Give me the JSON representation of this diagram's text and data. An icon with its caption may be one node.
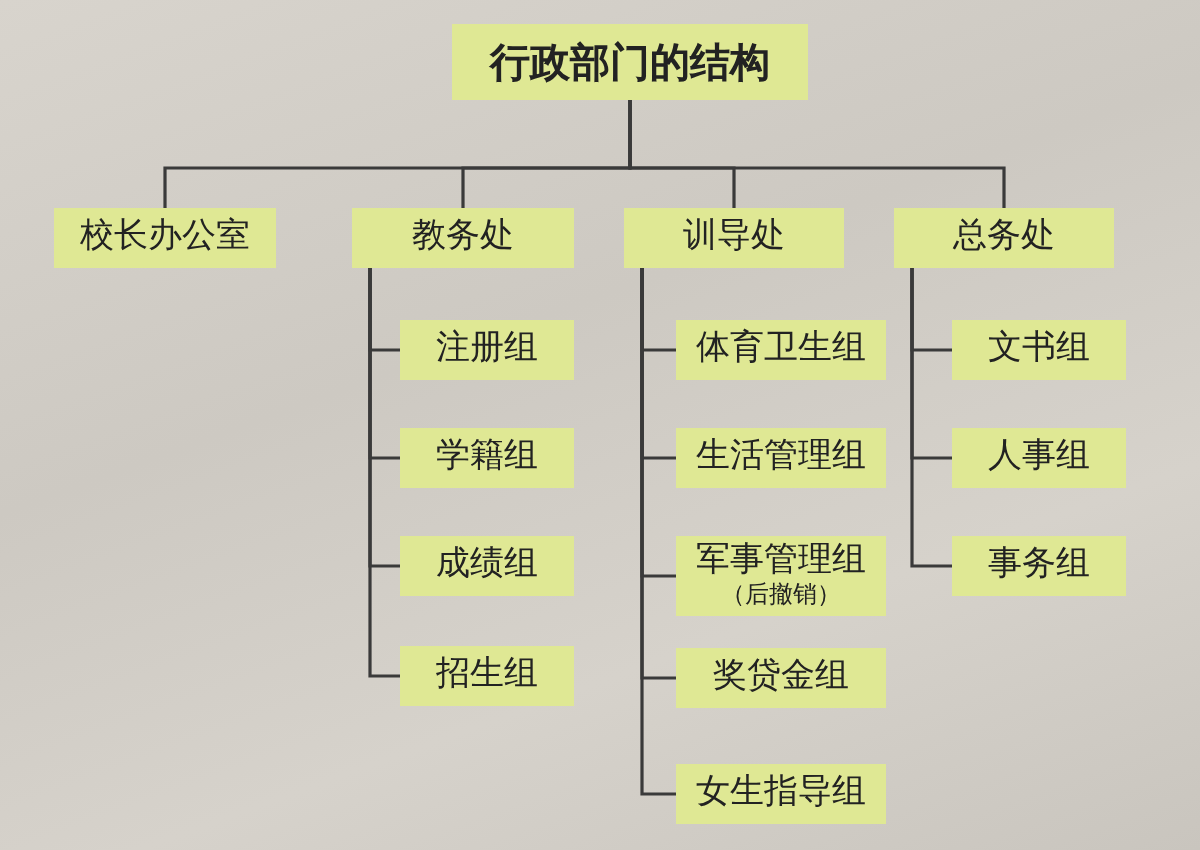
{
  "diagram": {
    "nodes": [
      {
        "text": [
          "行政部门的结构"
        ]
      },
      {
        "text": [
          "校长办公室"
        ]
      },
      {
        "text": [
          "教务处"
        ]
      },
      {
        "text": [
          "训导处"
        ]
      },
      {
        "text": [
          "总务处"
        ]
      },
      {
        "text": [
          "注册组"
        ]
      },
      {
        "text": [
          "学籍组"
        ]
      },
      {
        "text": [
          "成绩组"
        ]
      },
      {
        "text": [
          "招生组"
        ]
      },
      {
        "text": [
          "体育卫生组"
        ]
      },
      {
        "text": [
          "生活管理组"
        ]
      },
      {
        "text": [
          "军事管理组",
          "（后撤销）"
        ]
      },
      {
        "text": [
          "奖贷金组"
        ]
      },
      {
        "text": [
          "女生指导组"
        ]
      },
      {
        "text": [
          "文书组"
        ]
      },
      {
        "text": [
          "人事组"
        ]
      },
      {
        "text": [
          "事务组"
        ]
      }
    ],
    "edges": [
      {
        "from": 0,
        "to": 1,
        "arrow": "none"
      },
      {
        "from": 0,
        "to": 2,
        "arrow": "none"
      },
      {
        "from": 0,
        "to": 3,
        "arrow": "none"
      },
      {
        "from": 0,
        "to": 4,
        "arrow": "none"
      },
      {
        "from": 2,
        "to": 5,
        "arrow": "none"
      },
      {
        "from": 2,
        "to": 6,
        "arrow": "none"
      },
      {
        "from": 2,
        "to": 7,
        "arrow": "none"
      },
      {
        "from": 2,
        "to": 8,
        "arrow": "none"
      },
      {
        "from": 3,
        "to": 9,
        "arrow": "none"
      },
      {
        "from": 3,
        "to": 10,
        "arrow": "none"
      },
      {
        "from": 3,
        "to": 11,
        "arrow": "none"
      },
      {
        "from": 3,
        "to": 12,
        "arrow": "none"
      },
      {
        "from": 3,
        "to": 13,
        "arrow": "none"
      },
      {
        "from": 4,
        "to": 14,
        "arrow": "none"
      },
      {
        "from": 4,
        "to": 15,
        "arrow": "none"
      },
      {
        "from": 4,
        "to": 16,
        "arrow": "none"
      }
    ]
  }
}
